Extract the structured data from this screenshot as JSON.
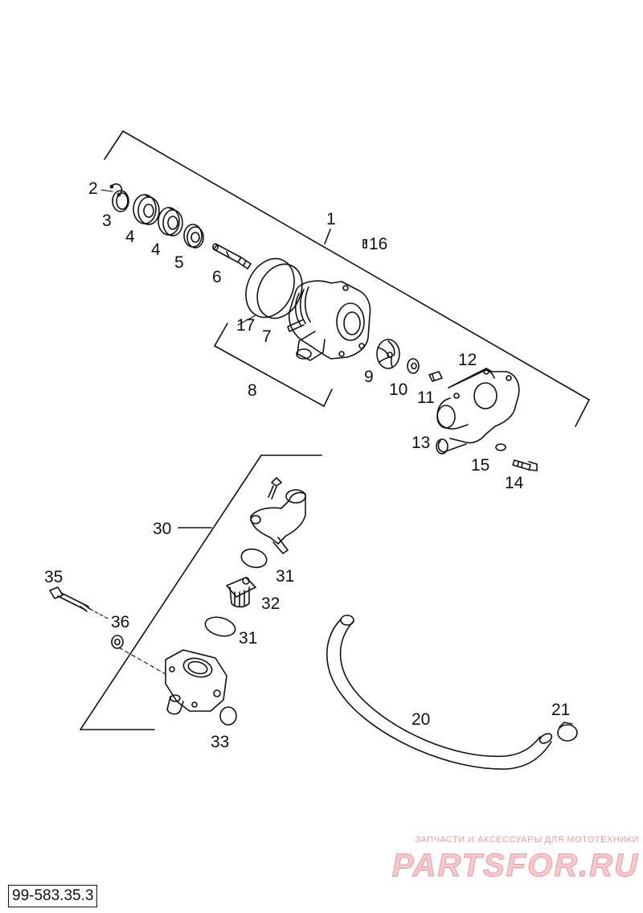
{
  "callouts": {
    "c1": "1",
    "c2": "2",
    "c3": "3",
    "c4a": "4",
    "c4b": "4",
    "c5": "5",
    "c6": "6",
    "c7": "7",
    "c8": "8",
    "c9": "9",
    "c10": "10",
    "c11": "11",
    "c12": "12",
    "c13": "13",
    "c14": "14",
    "c15": "15",
    "c16": "16",
    "c17": "17",
    "c20": "20",
    "c21": "21",
    "c30": "30",
    "c31a": "31",
    "c31b": "31",
    "c32": "32",
    "c33": "33",
    "c35": "35",
    "c36": "36"
  },
  "watermark": {
    "tagline": "ЗАПЧАСТИ И АКСЕССУАРЫ ДЛЯ МОТОТЕХНИКИ",
    "logo": "PARTSFOR.RU",
    "colors": {
      "tagline": "#ef9fa3",
      "logo_fill": "#f7c9cc",
      "logo_outline": "#ea9aa0"
    }
  },
  "figure_id": "99-583.35.3",
  "colors": {
    "line": "#111111",
    "background": "#ffffff"
  }
}
